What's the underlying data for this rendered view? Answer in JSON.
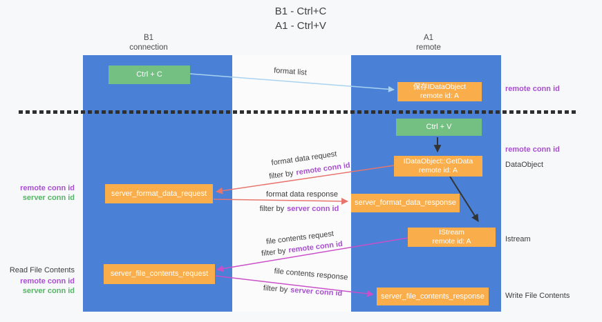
{
  "title": {
    "line1": "B1 - Ctrl+C",
    "line2": "A1 - Ctrl+V"
  },
  "lanes": {
    "left": {
      "name": "B1",
      "subtitle": "connection"
    },
    "right": {
      "name": "A1",
      "subtitle": "remote"
    }
  },
  "nodes": {
    "ctrl_c": {
      "label": "Ctrl + C"
    },
    "ctrl_v": {
      "label": "Ctrl + V"
    },
    "save_idataobject": {
      "line1": "保存IDataObject",
      "line2": "remote id: A"
    },
    "getdata": {
      "line1": "IDataObject::GetData",
      "line2": "remote id: A"
    },
    "istream": {
      "line1": "IStream",
      "line2": "remote id: A"
    },
    "format_request": {
      "label": "server_format_data_request"
    },
    "format_response": {
      "label": "server_format_data_response"
    },
    "file_request": {
      "label": "server_file_contents_request"
    },
    "file_response": {
      "label": "server_file_contents_response"
    }
  },
  "flow_labels": {
    "format_list": "format list",
    "format_data_request": "format data request",
    "format_data_response": "format data response",
    "file_contents_request": "file contents request",
    "file_contents_response": "file contents response",
    "filter_prefix": "filter by",
    "remote_conn_id": "remote conn id",
    "server_conn_id": "server conn id"
  },
  "side_labels": {
    "right_remote_conn_id_top": "remote conn id",
    "right_remote_conn_id_mid": "remote conn id",
    "right_dataobject": "DataObject",
    "right_istream": "Istream",
    "right_write_file": "Write File Contents",
    "left_remote_conn_id_top": "remote conn id",
    "left_server_conn_id_top": "server conn id",
    "left_read_file": "Read File Contents",
    "left_remote_conn_id_bottom": "remote conn id",
    "left_server_conn_id_bottom": "server conn id"
  },
  "colors": {
    "lane_blue": "#4a80d6",
    "box_orange": "#f9ae4b",
    "box_green": "#74c083",
    "arrow_light_blue": "#a9d2f0",
    "arrow_salmon": "#e8756d",
    "arrow_magenta": "#c94fc9",
    "arrow_black": "#333333",
    "label_purple": "#a84fd0",
    "label_green": "#56b366",
    "dashed_line": "#2f2f2f"
  }
}
